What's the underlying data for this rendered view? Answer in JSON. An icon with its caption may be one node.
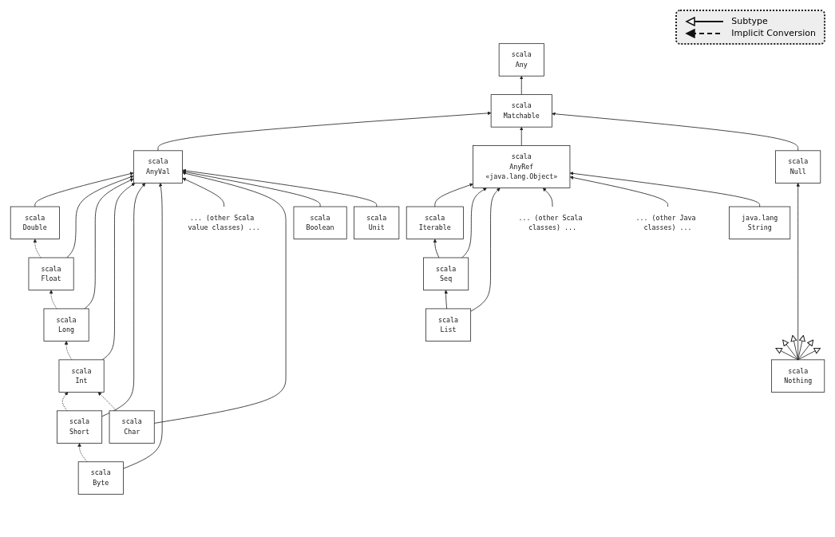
{
  "diagram": {
    "nodes": [
      {
        "text": [
          "scala",
          "Any"
        ]
      },
      {
        "text": [
          "scala",
          "Matchable"
        ]
      },
      {
        "text": [
          "scala",
          "AnyVal"
        ]
      },
      {
        "text": [
          "scala",
          "AnyRef",
          "«java.lang.Object»"
        ]
      },
      {
        "text": [
          "scala",
          "Double"
        ]
      },
      {
        "text": [
          "scala",
          "Float"
        ]
      },
      {
        "text": [
          "scala",
          "Long"
        ]
      },
      {
        "text": [
          "scala",
          "Int"
        ]
      },
      {
        "text": [
          "scala",
          "Short"
        ]
      },
      {
        "text": [
          "scala",
          "Byte"
        ]
      },
      {
        "text": [
          "scala",
          "Unit"
        ]
      },
      {
        "text": [
          "scala",
          "Boolean"
        ]
      },
      {
        "text": [
          "scala",
          "Char"
        ]
      },
      {
        "text": [
          "... (other Scala value classes) ..."
        ]
      },
      {
        "text": [
          "scala",
          "Iterable"
        ]
      },
      {
        "text": [
          "scala",
          "Seq"
        ]
      },
      {
        "text": [
          "scala",
          "List"
        ]
      },
      {
        "text": [
          "java.lang",
          "String"
        ]
      },
      {
        "text": [
          "... (other Java classes) ..."
        ]
      },
      {
        "text": [
          "... (other Scala classes) ..."
        ]
      },
      {
        "text": [
          "scala",
          "Null"
        ]
      },
      {
        "text": [
          "scala",
          "Nothing"
        ]
      }
    ],
    "edges": [
      {
        "from": 1,
        "to": 0,
        "arrow": "to"
      },
      {
        "from": 2,
        "to": 1,
        "arrow": "to"
      },
      {
        "from": 3,
        "to": 1,
        "arrow": "to"
      },
      {
        "from": 20,
        "to": 1,
        "arrow": "to"
      },
      {
        "from": 4,
        "to": 2,
        "arrow": "to"
      },
      {
        "from": 5,
        "to": 2,
        "arrow": "to"
      },
      {
        "from": 6,
        "to": 2,
        "arrow": "to"
      },
      {
        "from": 7,
        "to": 2,
        "arrow": "to"
      },
      {
        "from": 8,
        "to": 2,
        "arrow": "to"
      },
      {
        "from": 9,
        "to": 2,
        "arrow": "to"
      },
      {
        "from": 13,
        "to": 2,
        "arrow": "to"
      },
      {
        "from": 12,
        "to": 2,
        "arrow": "to"
      },
      {
        "from": 11,
        "to": 2,
        "arrow": "to"
      },
      {
        "from": 10,
        "to": 2,
        "arrow": "to"
      },
      {
        "from": 14,
        "to": 3,
        "arrow": "to"
      },
      {
        "from": 15,
        "to": 3,
        "arrow": "to"
      },
      {
        "from": 16,
        "to": 3,
        "arrow": "to"
      },
      {
        "from": 19,
        "to": 3,
        "arrow": "to"
      },
      {
        "from": 18,
        "to": 3,
        "arrow": "to"
      },
      {
        "from": 17,
        "to": 3,
        "arrow": "to"
      },
      {
        "from": 15,
        "to": 14,
        "arrow": "to"
      },
      {
        "from": 16,
        "to": 15,
        "arrow": "to"
      },
      {
        "from": 21,
        "to": 20,
        "arrow": "to"
      },
      {
        "from": 21,
        "to": null,
        "arrow": "to"
      },
      {
        "from": 21,
        "to": null,
        "arrow": "to"
      },
      {
        "from": 21,
        "to": null,
        "arrow": "to"
      },
      {
        "from": 21,
        "to": null,
        "arrow": "to"
      },
      {
        "from": 21,
        "to": null,
        "arrow": "to"
      },
      {
        "from": 21,
        "to": null,
        "arrow": "to"
      },
      {
        "from": 5,
        "to": 4,
        "arrow": "to",
        "style": "dashed"
      },
      {
        "from": 6,
        "to": 5,
        "arrow": "to",
        "style": "dashed"
      },
      {
        "from": 7,
        "to": 6,
        "arrow": "to",
        "style": "dashed"
      },
      {
        "from": 8,
        "to": 7,
        "arrow": "to",
        "style": "dashed"
      },
      {
        "from": 9,
        "to": 8,
        "arrow": "to",
        "style": "dashed"
      },
      {
        "from": 12,
        "to": 7,
        "arrow": "to",
        "style": "dashed"
      }
    ],
    "legend": [
      {
        "text": "Subtype"
      },
      {
        "text": "Implicit Conversion"
      }
    ]
  }
}
